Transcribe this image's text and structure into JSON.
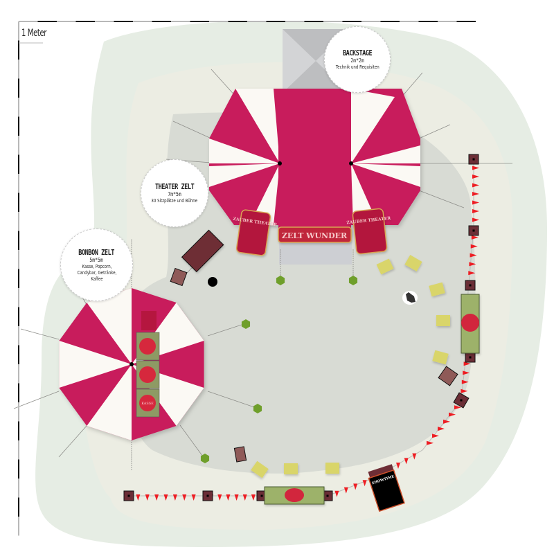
{
  "scale": {
    "label": "1 Meter"
  },
  "colors": {
    "tent_red": "#c81e5c",
    "tent_white": "#fbf9f4",
    "ground_outer": "#e5ece3",
    "ground_inner": "#ecede3",
    "ground_floor": "#d7dad3",
    "backstage": "#cacbcd",
    "bench_yellow": "#d9d56b",
    "plant_green": "#6f9f2b",
    "booth_green": "#9cb06a",
    "post_brown": "#6b2e36",
    "pennant_red": "#ee1d23"
  },
  "labels": {
    "backstage": {
      "title": "BACKSTAGE",
      "dims": "2m*2m",
      "desc": "Technik und Requisiten"
    },
    "theater": {
      "title": "THEATER ZELT",
      "dims": "7m*5m",
      "desc": "30 Sitzplätze und Bühne"
    },
    "bonbon": {
      "title": "BONBON ZELT",
      "dims": "5m*5m",
      "desc": "Kasse, Popcorn, Candybar, Getränke, Kaffee"
    }
  },
  "signs": {
    "entrance": "ZELT WUNDER",
    "left_poster": "ZAUBER THEATER",
    "right_poster": "ZAUBER THEATER",
    "kiosk": "KASSE",
    "board": "SHOWTIME"
  },
  "icons": {
    "scale_ruler": "ruler",
    "tent": "octagon-tent",
    "bench": "bench-rectangle",
    "plant": "green-hexagon",
    "post": "square-post",
    "pennant": "triangle-flag",
    "camera": "camera-tripod",
    "dot": "black-marker"
  }
}
